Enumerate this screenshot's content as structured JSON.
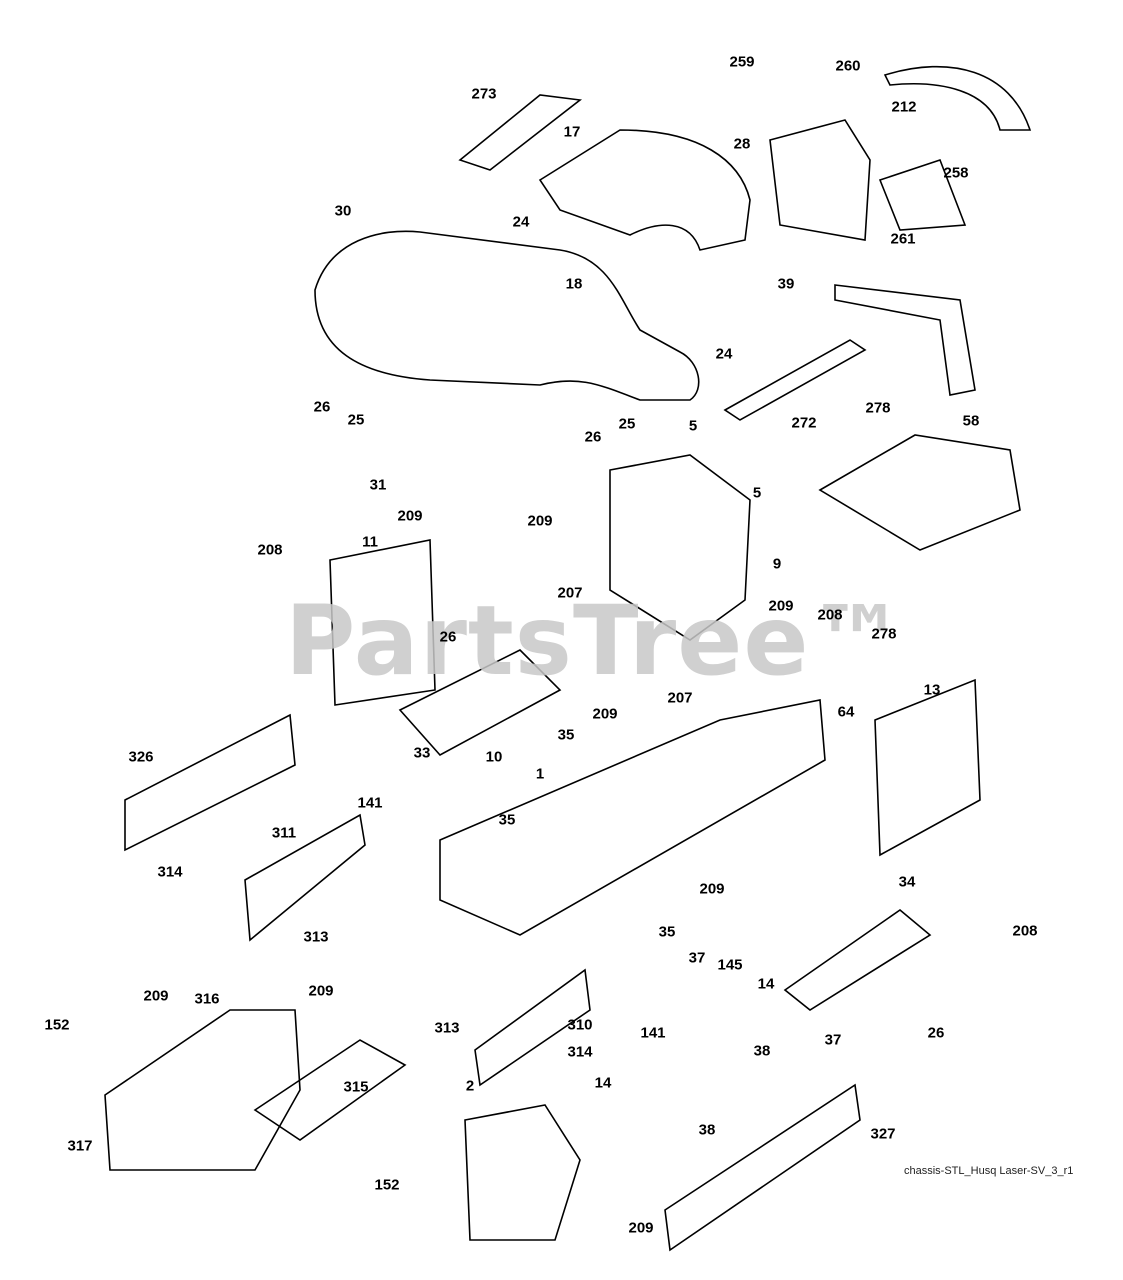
{
  "diagram": {
    "watermark": "PartsTree™",
    "caption": "chassis-STL_Husq Laser-SV_3_r1",
    "callouts": [
      "273",
      "17",
      "259",
      "260",
      "212",
      "28",
      "258",
      "30",
      "24",
      "18",
      "261",
      "39",
      "24",
      "278",
      "272",
      "26",
      "25",
      "26",
      "25",
      "5",
      "58",
      "5",
      "31",
      "209",
      "209",
      "9",
      "208",
      "11",
      "278",
      "207",
      "209",
      "208",
      "26",
      "207",
      "209",
      "64",
      "13",
      "326",
      "33",
      "10",
      "35",
      "1",
      "141",
      "35",
      "311",
      "314",
      "313",
      "209",
      "35",
      "37",
      "145",
      "208",
      "34",
      "209",
      "316",
      "209",
      "152",
      "14",
      "313",
      "310",
      "141",
      "314",
      "38",
      "26",
      "37",
      "14",
      "315",
      "2",
      "38",
      "327",
      "317",
      "152",
      "209"
    ]
  }
}
